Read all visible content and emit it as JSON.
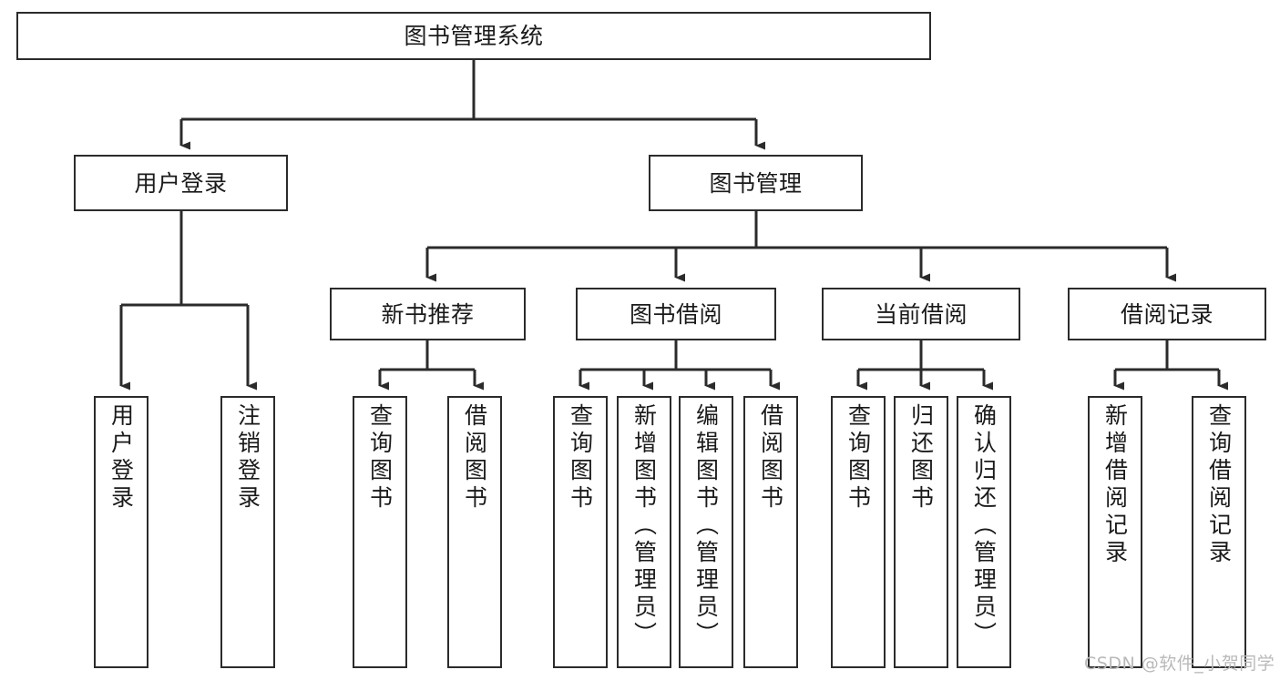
{
  "diagram": {
    "title": "图书管理系统",
    "type": "tree-hierarchy",
    "watermark": "CSDN @软件_小贺同学",
    "colors": {
      "stroke": "#2b2b2b",
      "fill": "#ffffff",
      "text": "#1a1a1a",
      "watermark": "#b9b9b9"
    },
    "nodes": {
      "root": {
        "label": "图书管理系统"
      },
      "level2": [
        {
          "id": "user-login",
          "label": "用户登录"
        },
        {
          "id": "book-manage",
          "label": "图书管理"
        }
      ],
      "level3": [
        {
          "id": "new-book-recommend",
          "label": "新书推荐"
        },
        {
          "id": "book-borrow",
          "label": "图书借阅"
        },
        {
          "id": "current-borrow",
          "label": "当前借阅"
        },
        {
          "id": "borrow-record",
          "label": "借阅记录"
        }
      ],
      "leaves": {
        "user-login": [
          {
            "id": "leaf-user-login",
            "label": "用户登录"
          },
          {
            "id": "leaf-user-logout",
            "label": "注销登录"
          }
        ],
        "new-book-recommend": [
          {
            "id": "leaf-query-book-1",
            "label": "查询图书"
          },
          {
            "id": "leaf-borrow-book-1",
            "label": "借阅图书"
          }
        ],
        "book-borrow": [
          {
            "id": "leaf-query-book-2",
            "label": "查询图书"
          },
          {
            "id": "leaf-add-book-admin",
            "label": "新增图书（管理员）"
          },
          {
            "id": "leaf-edit-book-admin",
            "label": "编辑图书（管理员）"
          },
          {
            "id": "leaf-borrow-book-2",
            "label": "借阅图书"
          }
        ],
        "current-borrow": [
          {
            "id": "leaf-query-book-3",
            "label": "查询图书"
          },
          {
            "id": "leaf-return-book",
            "label": "归还图书"
          },
          {
            "id": "leaf-confirm-return-admin",
            "label": "确认归还（管理员）"
          }
        ],
        "borrow-record": [
          {
            "id": "leaf-add-borrow-record",
            "label": "新增借阅记录"
          },
          {
            "id": "leaf-query-borrow-record",
            "label": "查询借阅记录"
          }
        ]
      }
    }
  }
}
